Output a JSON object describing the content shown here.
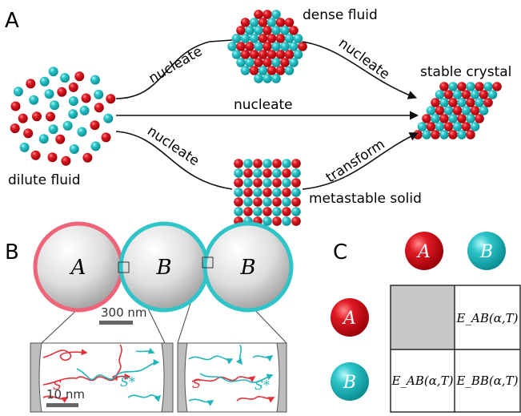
{
  "panels": {
    "a": {
      "label": "A",
      "dilute_fluid": "dilute fluid",
      "dense_fluid": "dense fluid",
      "metastable_solid": "metastable solid",
      "stable_crystal": "stable crystal",
      "arrow_top_left": "nucleate",
      "arrow_top_right": "nucleate",
      "arrow_middle": "nucleate",
      "arrow_bottom_left": "nucleate",
      "arrow_bottom_right": "transform"
    },
    "b": {
      "label": "B",
      "spheres": [
        "A",
        "B",
        "B"
      ],
      "scale_large": "300 nm",
      "scale_small": "10 nm",
      "strand_s_left": "S",
      "strand_sstar_left": "S*",
      "strand_s_right": "S",
      "strand_sstar_right": "S*"
    },
    "c": {
      "label": "C",
      "col_headers": [
        "A",
        "B"
      ],
      "row_headers": [
        "A",
        "B"
      ],
      "cells": [
        [
          "",
          "E_AB(α,T)"
        ],
        [
          "E_AB(α,T)",
          "E_BB(α,T)"
        ]
      ]
    }
  },
  "colors": {
    "red_particle": "#d0121e",
    "cyan_particle": "#29c0c4",
    "pink_ring": "#f0647a",
    "cyan_ring": "#2ec4c8",
    "gray_cell": "#c8c8c8"
  }
}
